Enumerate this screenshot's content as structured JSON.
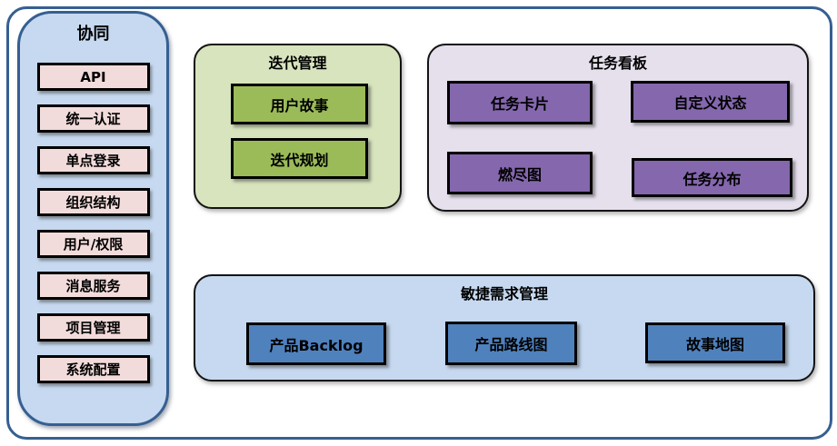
{
  "palette": {
    "frame-border": "#365f91",
    "sidebar-fill": "#c6d9f0",
    "sidebar-border": "#365f91",
    "pink-item": "#f2dcdb",
    "green-group": "#d7e4bd",
    "green-item": "#9bbb59",
    "purple-group": "#e6e0ed",
    "purple-item": "#8467ad",
    "blue-group": "#c6d9f0",
    "blue-item": "#4f81bd",
    "item-border": "#000000"
  },
  "sidebar": {
    "title": "协同",
    "items": [
      "API",
      "统一认证",
      "单点登录",
      "组织结构",
      "用户/权限",
      "消息服务",
      "项目管理",
      "系统配置"
    ]
  },
  "groups": {
    "iteration": {
      "title": "迭代管理",
      "items": [
        "用户故事",
        "迭代规划"
      ]
    },
    "kanban": {
      "title": "任务看板",
      "items": [
        "任务卡片",
        "自定义状态",
        "燃尽图",
        "任务分布"
      ]
    },
    "requirements": {
      "title": "敏捷需求管理",
      "items": [
        "产品Backlog",
        "产品路线图",
        "故事地图"
      ]
    }
  }
}
